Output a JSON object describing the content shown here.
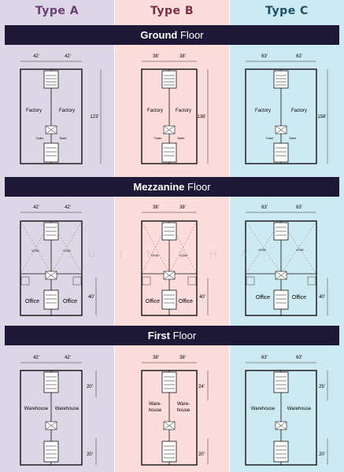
{
  "types": [
    "Type A",
    "Type B",
    "Type C"
  ],
  "floors": {
    "ground": {
      "bold": "Ground",
      "rest": " Floor"
    },
    "mezzanine": {
      "bold": "Mezzanine",
      "rest": " Floor"
    },
    "first": {
      "bold": "First",
      "rest": " Floor"
    }
  },
  "ground": {
    "a": {
      "w1": "42'",
      "w2": "42'",
      "depth": "123'",
      "left": "Factory",
      "right": "Factory",
      "toilet": "Toilet"
    },
    "b": {
      "w1": "38'",
      "w2": "38'",
      "depth": "136'",
      "left": "Factory",
      "right": "Factory",
      "toilet": "Toilet"
    },
    "c": {
      "w1": "63'",
      "w2": "63'",
      "depth": "156'",
      "left": "Factory",
      "right": "Factory",
      "toilet": "Toilet"
    }
  },
  "mezzanine": {
    "a": {
      "w1": "42'",
      "w2": "42'",
      "office_depth": "40'",
      "left": "Office",
      "right": "Office",
      "void": "VOID"
    },
    "b": {
      "w1": "38'",
      "w2": "38'",
      "office_depth": "40'",
      "left": "Office",
      "right": "Office",
      "void": "VOID"
    },
    "c": {
      "w1": "63'",
      "w2": "63'",
      "office_depth": "40'",
      "left": "Office",
      "right": "Office",
      "void": "VOID"
    }
  },
  "first": {
    "a": {
      "w1": "42'",
      "w2": "42'",
      "top": "20'",
      "bottom": "20'",
      "left": "Warehouse",
      "right": "Warehouse"
    },
    "b": {
      "w1": "38'",
      "w2": "38'",
      "top": "24'",
      "bottom": "20'",
      "left1": "Ware-",
      "left2": "house",
      "right1": "Ware-",
      "right2": "house"
    },
    "c": {
      "w1": "63'",
      "w2": "63'",
      "top": "25'",
      "bottom": "20'",
      "left": "Warehouse",
      "right": "Warehouse"
    }
  },
  "watermark": "U I N C H A"
}
